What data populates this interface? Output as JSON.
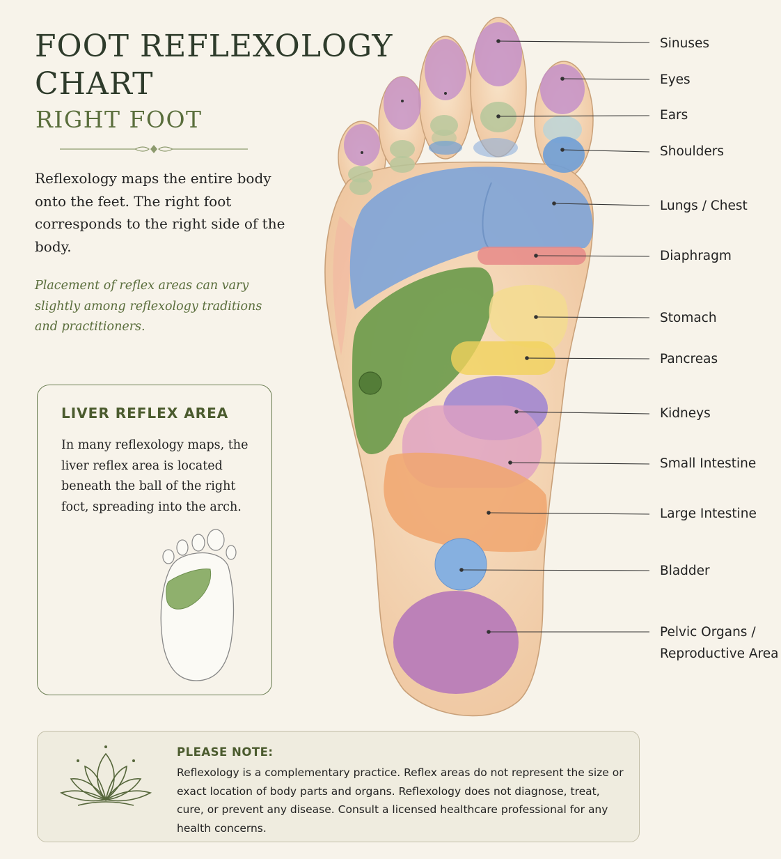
{
  "header": {
    "title_line1": "FOOT REFLEXOLOGY",
    "title_line2": "CHART",
    "subtitle": "RIGHT FOOT"
  },
  "intro": {
    "text": "Reflexology maps the entire body onto the feet. The right foot corresponds to the right side of the body.",
    "caveat": "Placement of reflex areas can vary slightly among reflexology traditions and practitioners."
  },
  "liver_box": {
    "title": "LIVER REFLEX AREA",
    "text": "In many reflexology maps, the liver reflex area is located beneath the ball of the right foct, spreading into the arch."
  },
  "regions": [
    {
      "label": "Sinuses",
      "color": "#c490c8"
    },
    {
      "label": "Eyes",
      "color": "#c490c8"
    },
    {
      "label": "Ears",
      "color": "#b5c79b"
    },
    {
      "label": "Shoulders",
      "color": "#6f9fd6"
    },
    {
      "label": "Lungs / Chest",
      "color": "#7ea4d8"
    },
    {
      "label": "Diaphragm",
      "color": "#e68a88"
    },
    {
      "label": "Stomach",
      "color": "#f3dc8f"
    },
    {
      "label": "Pancreas",
      "color": "#f1d25c"
    },
    {
      "label": "Kidneys",
      "color": "#a58bd0"
    },
    {
      "label": "Small Intestine",
      "color": "#dfa0c2"
    },
    {
      "label": "Large Intestine",
      "color": "#f0a66f"
    },
    {
      "label": "Bladder",
      "color": "#86b0e0"
    },
    {
      "label": "Pelvic Organs /",
      "color": "#b87cb8"
    },
    {
      "label": "Reproductive Area",
      "color": "#b87cb8"
    }
  ],
  "colors": {
    "background": "#f7f3ea",
    "accent_green": "#5a6e3c",
    "liver_green": "#6a9a4a",
    "skin": "#f4d7b8"
  },
  "note": {
    "icon": "lotus-icon",
    "title": "PLEASE NOTE:",
    "text": "Reflexology is a complementary practice. Reflex areas do not represent the size or exact location of body parts and organs. Reflexology does not diagnose, treat, cure, or prevent any disease. Consult a licensed healthcare professional for any health concerns."
  }
}
